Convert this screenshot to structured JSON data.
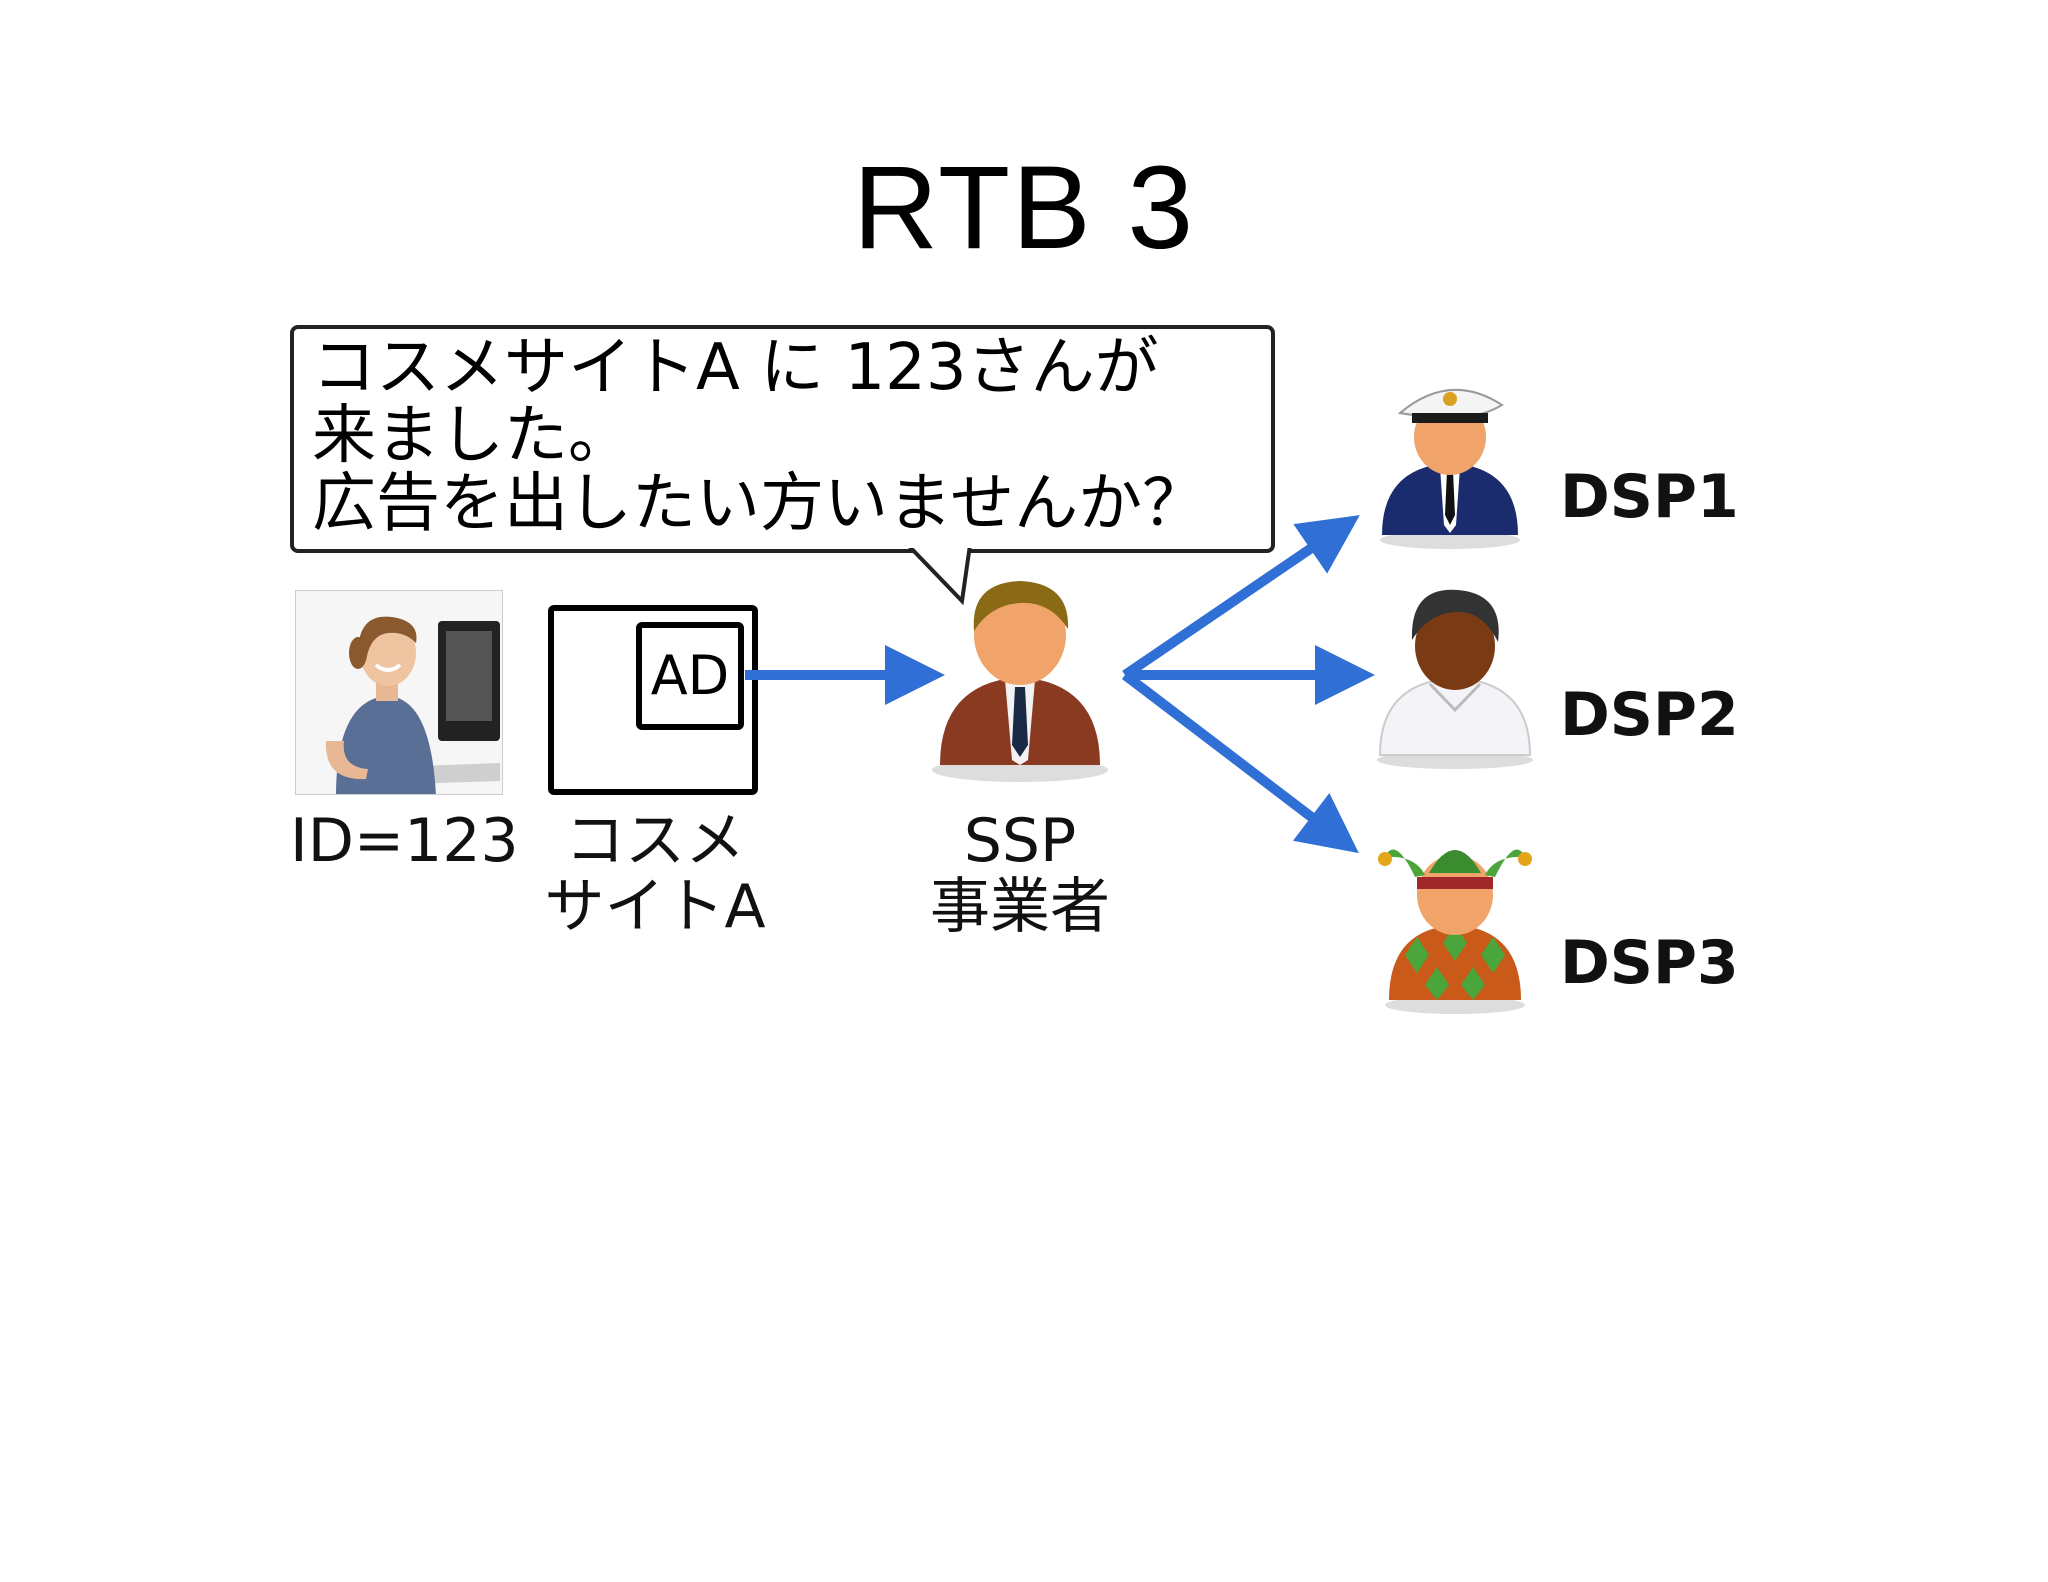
{
  "title": "RTB 3",
  "bubble": {
    "text": "コスメサイトA に 123さんが\n来ました。\n広告を出したい方いませんか？"
  },
  "user": {
    "label": "ID=123"
  },
  "site": {
    "label": "コスメ\nサイトA",
    "ad_label": "AD"
  },
  "ssp": {
    "label": "SSP\n事業者"
  },
  "dsps": [
    {
      "label": "DSP1",
      "icon": "sailor-avatar-icon"
    },
    {
      "label": "DSP2",
      "icon": "person-avatar-icon"
    },
    {
      "label": "DSP3",
      "icon": "jester-avatar-icon"
    }
  ],
  "colors": {
    "arrow": "#2f6fd6",
    "text": "#111111"
  }
}
